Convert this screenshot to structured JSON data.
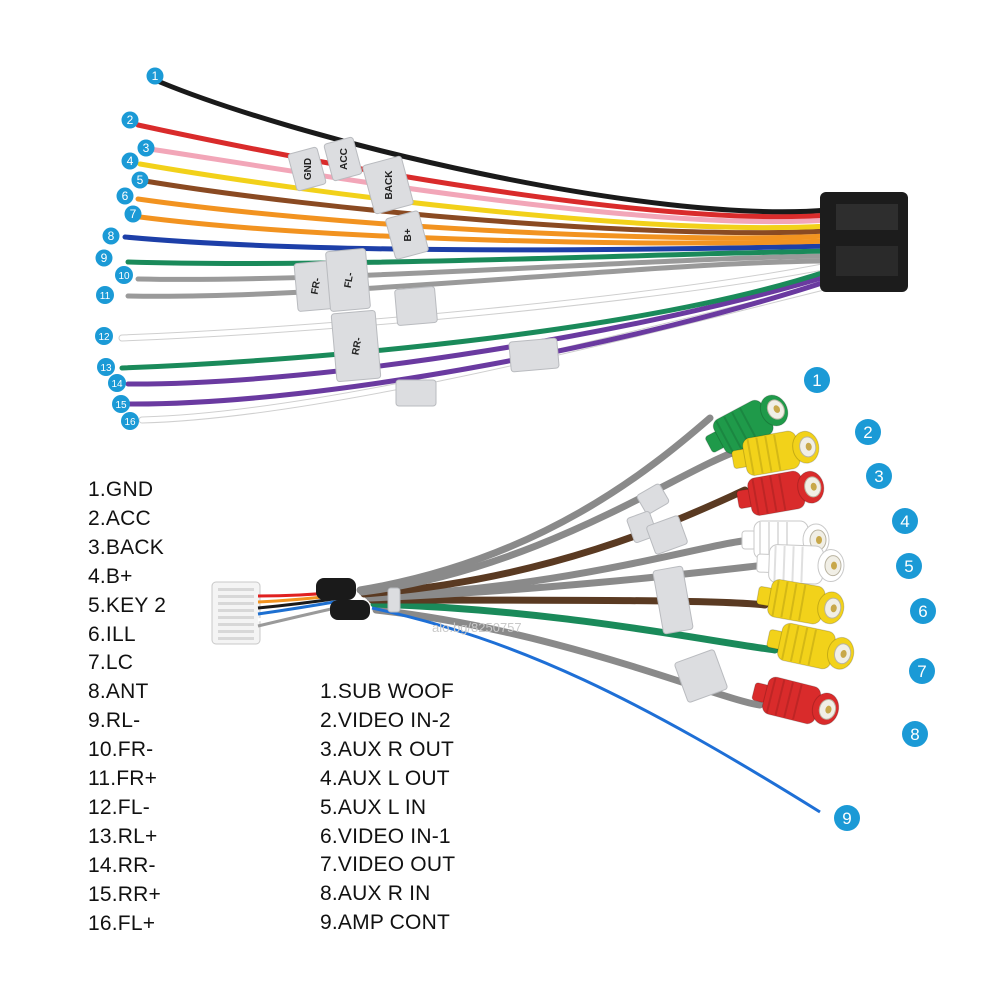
{
  "harness_legend": [
    "1.GND",
    "2.ACC",
    "3.BACK",
    "4.B+",
    "5.KEY 2",
    "6.ILL",
    "7.LC",
    "8.ANT",
    "9.RL-",
    "10.FR-",
    "11.FR+",
    "12.FL-",
    "13.RL+",
    "14.RR-",
    "15.RR+",
    "16.FL+"
  ],
  "rca_legend": [
    "1.SUB WOOF",
    "2.VIDEO IN-2",
    "3.AUX R OUT",
    "4.AUX L OUT",
    "5.AUX L IN",
    "6.VIDEO IN-1",
    "7.VIDEO OUT",
    "8.AUX R IN",
    "9.AMP CONT"
  ],
  "harness_badges": [
    "1",
    "2",
    "3",
    "4",
    "5",
    "6",
    "7",
    "8",
    "9",
    "10",
    "11",
    "12",
    "13",
    "14",
    "15",
    "16"
  ],
  "rca_badges": [
    "1",
    "2",
    "3",
    "4",
    "5",
    "6",
    "7",
    "8",
    "9"
  ],
  "wire_tags": {
    "gnd": "GND",
    "acc": "ACC",
    "back": "BACK",
    "bplus": "B+",
    "fr": "FR-",
    "fl": "FL-",
    "rr": "RR-"
  },
  "watermark": "alo.bg/8250757",
  "colors": {
    "badge": "#1b9ad6",
    "harness_wires": [
      "#1a1a1a",
      "#d92b2b",
      "#f2a6b8",
      "#f2d11a",
      "#8a4a22",
      "#f29320",
      "#f29320",
      "#1d3fa8",
      "#1a8a5a",
      "#9a9a9a",
      "#9a9a9a",
      "#ffffff",
      "#1a8a5a",
      "#6a3aa0",
      "#6a3aa0",
      "#ffffff"
    ],
    "rca_plugs": [
      "#1f9a4a",
      "#f2d21a",
      "#d92b2b",
      "#ffffff",
      "#ffffff",
      "#f2d21a",
      "#f2d21a",
      "#d92b2b"
    ]
  }
}
